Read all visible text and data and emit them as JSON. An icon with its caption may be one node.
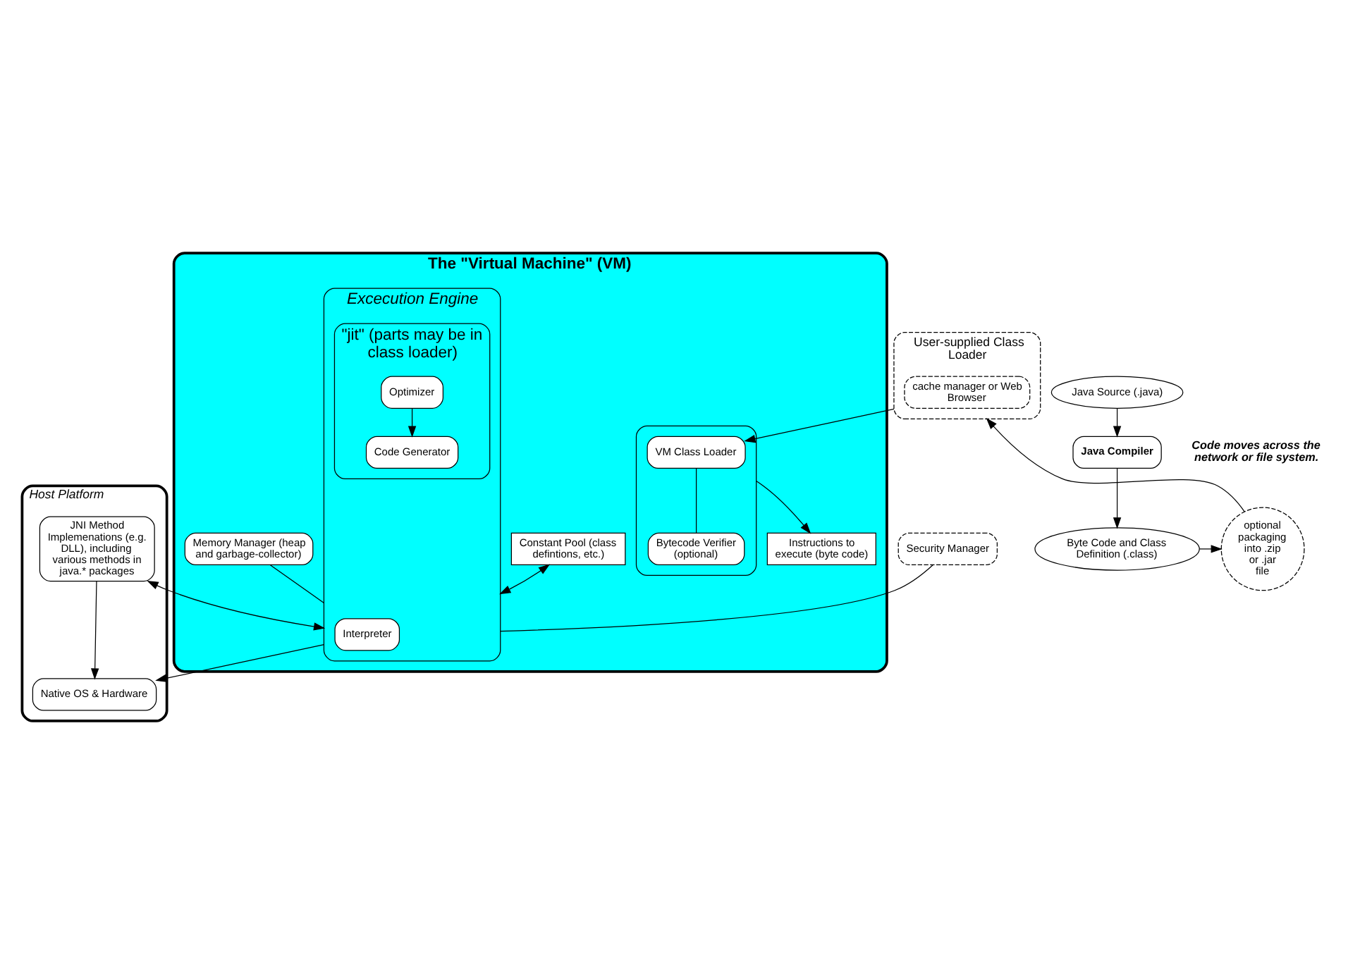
{
  "diagram": {
    "nodes": [
      {
        "text": [
          "The \"Virtual Machine\" (VM)"
        ]
      },
      {
        "text": [],
        "shape": "box",
        "in": 0
      },
      {
        "text": [
          "VM Class Loader"
        ],
        "in": 1
      },
      {
        "text": [
          "Bytecode Verifier (optional)"
        ],
        "in": 1
      },
      {
        "text": [
          "Instructions to execute (byte code)"
        ],
        "in": 0
      },
      {
        "text": [
          "Constant Pool (class defintions, etc.)"
        ],
        "in": 0
      },
      {
        "text": [
          "Memory Manager (heap and garbage-collector)"
        ],
        "in": 0
      },
      {
        "text": [
          "Excecution Engine"
        ],
        "in": 0
      },
      {
        "text": [
          "Interpreter"
        ],
        "in": 7
      },
      {
        "text": [
          "\"jit\" (parts may be in class loader)"
        ],
        "in": 7
      },
      {
        "text": [
          "Optimizer"
        ],
        "in": 9
      },
      {
        "text": [
          "Code Generator"
        ],
        "in": 9
      },
      {
        "text": [
          "Host Platform"
        ]
      },
      {
        "text": [
          "JNI Method Implemenations (e.g. DLL), including various methods in java.* packages"
        ],
        "in": 12
      },
      {
        "text": [
          "Native OS & Hardware"
        ],
        "in": 12
      },
      {
        "text": [
          "Java Source (.java)"
        ]
      },
      {
        "text": [
          "Java Compiler"
        ]
      },
      {
        "text": [
          "Byte Code and Class Definition (.class)"
        ]
      },
      {
        "text": [
          "optional packaging into .zip or .jar file"
        ]
      },
      {
        "text": [
          "User-supplied Class Loader"
        ]
      },
      {
        "text": [
          "cache manager or Web Browser"
        ],
        "in": 19
      },
      {
        "text": [
          "Security Manager"
        ]
      }
    ],
    "edges": [
      {
        "from": 15,
        "to": 16,
        "arrow": "to"
      },
      {
        "from": 16,
        "to": 17,
        "arrow": "to"
      },
      {
        "from": 17,
        "to": 18,
        "arrow": "to"
      },
      {
        "from": 18,
        "to": 19,
        "arrow": "to"
      },
      {
        "from": 19,
        "to": 2,
        "arrow": "to"
      },
      {
        "from": 2,
        "to": 3,
        "arrow": "none"
      },
      {
        "from": 1,
        "to": 4,
        "arrow": "to"
      },
      {
        "from": 5,
        "to": 7,
        "arrow": "both"
      },
      {
        "from": 6,
        "to": 7,
        "arrow": "none"
      },
      {
        "from": 21,
        "to": 7,
        "arrow": "none"
      },
      {
        "from": 13,
        "to": 7,
        "arrow": "both"
      },
      {
        "from": 7,
        "to": 14,
        "arrow": "to"
      },
      {
        "from": 10,
        "to": 11,
        "arrow": "to"
      },
      {
        "from": 13,
        "to": 14,
        "arrow": "to"
      }
    ],
    "labels": [
      "Code moves across the network or file system."
    ]
  }
}
